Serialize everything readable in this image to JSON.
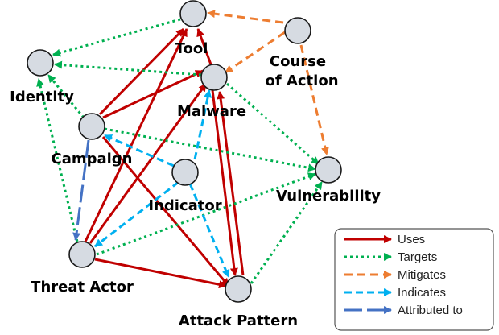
{
  "diagram": {
    "nodes": {
      "tool": "Tool",
      "identity": "Identity",
      "malware": "Malware",
      "course_of_action_line1": "Course",
      "course_of_action_line2": "of Action",
      "campaign": "Campaign",
      "indicator": "Indicator",
      "vulnerability": "Vulnerability",
      "threat_actor": "Threat Actor",
      "attack_pattern": "Attack Pattern"
    },
    "legend": {
      "uses": "Uses",
      "targets": "Targets",
      "mitigates": "Mitigates",
      "indicates": "Indicates",
      "attributed_to": "Attributed to"
    },
    "colors": {
      "uses": "#c00000",
      "targets": "#00b050",
      "mitigates": "#ed7d31",
      "indicates": "#00b0f0",
      "attributed_to": "#4472c4",
      "node_fill": "#d6dbe2"
    }
  }
}
